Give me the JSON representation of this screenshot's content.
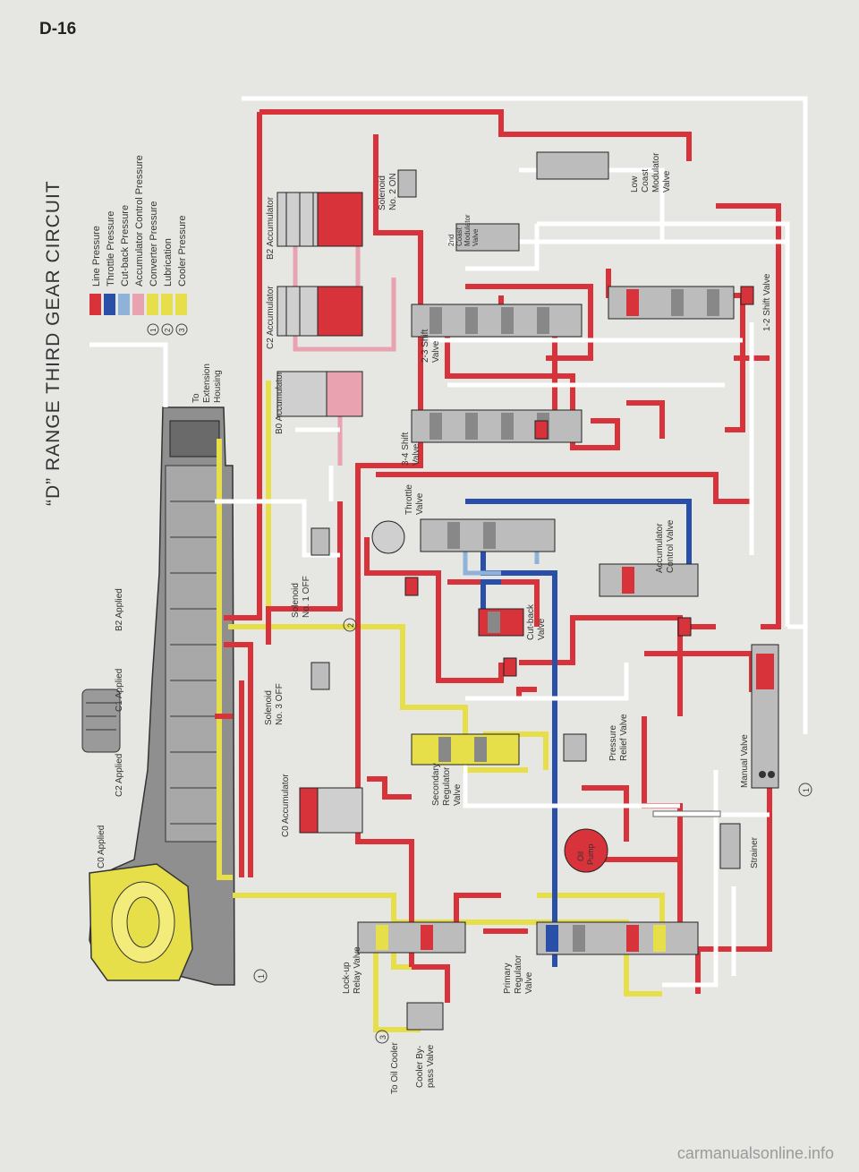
{
  "page": {
    "number": "D-16",
    "title": "“D” RANGE THIRD GEAR CIRCUIT"
  },
  "colors": {
    "line_pressure": "#d8323a",
    "throttle_pressure": "#2a4fa8",
    "cutback_pressure": "#8fb2d8",
    "accumulator_control_pressure": "#e8a2b0",
    "converter_pressure": "#e6df4a",
    "background": "#e6e6e2",
    "outline": "#555555"
  },
  "legend": [
    {
      "label": "Line Pressure",
      "color": "#d8323a"
    },
    {
      "label": "Throttle Pressure",
      "color": "#2a4fa8"
    },
    {
      "label": "Cut-back Pressure",
      "color": "#8fb2d8"
    },
    {
      "label": "Accumulator Control Pressure",
      "color": "#e8a2b0"
    },
    {
      "label": "Converter Pressure",
      "color": "#e6df4a",
      "marker": "1"
    },
    {
      "label": "Lubrication",
      "color": "#e6df4a",
      "marker": "2"
    },
    {
      "label": "Cooler Pressure",
      "color": "#e6df4a",
      "marker": "3"
    }
  ],
  "labels": {
    "c0_applied": "C0 Applied",
    "c2_applied": "C2 Applied",
    "c1_applied": "C1 Applied",
    "b2_applied": "B2 Applied",
    "to_extension_1": "To",
    "to_extension_2": "Extension",
    "to_extension_3": "Housing",
    "b2_accumulator": "B2 Accumulator",
    "c2_accumulator": "C2 Accumulator",
    "b0_accumulator": "B0 Accumulator",
    "c0_accumulator": "C0 Accumulator",
    "solenoid2_1": "Solenoid",
    "solenoid2_2": "No. 2 ON",
    "solenoid1_1": "Solenoid",
    "solenoid1_2": "No. 1 OFF",
    "solenoid3_1": "Solenoid",
    "solenoid3_2": "No. 3 OFF",
    "shift23_1": "2-3 Shift",
    "shift23_2": "Valve",
    "shift34_1": "3-4 Shift",
    "shift34_2": "Valve",
    "throttle_1": "Throttle",
    "throttle_2": "Valve",
    "cutback_1": "Cut-back",
    "cutback_2": "Valve",
    "secondary_1": "Secondary",
    "secondary_2": "Regulator",
    "secondary_3": "Valve",
    "primary_1": "Primary",
    "primary_2": "Regulator",
    "primary_3": "Valve",
    "lockup_1": "Lock-up",
    "lockup_2": "Relay Valve",
    "cooler_1": "Cooler By-",
    "cooler_2": "pass Valve",
    "to_oil_cooler": "To Oil Cooler",
    "second_coast_1": "2nd",
    "second_coast_2": "Coast",
    "second_coast_3": "Modulator",
    "second_coast_4": "Valve",
    "low_coast_1": "Low",
    "low_coast_2": "Coast",
    "low_coast_3": "Modulator",
    "low_coast_4": "Valve",
    "shift12": "1-2 Shift Valve",
    "accumulator_control_1": "Accumulator",
    "accumulator_control_2": "Control Valve",
    "pressure_relief_1": "Pressure",
    "pressure_relief_2": "Relief Valve",
    "manual_valve": "Manual Valve",
    "oil_pump_1": "Oil",
    "oil_pump_2": "Pump",
    "strainer": "Strainer",
    "marker_1": "1",
    "marker_2": "2",
    "marker_3": "3"
  },
  "watermark": "carmanualsonline.info"
}
